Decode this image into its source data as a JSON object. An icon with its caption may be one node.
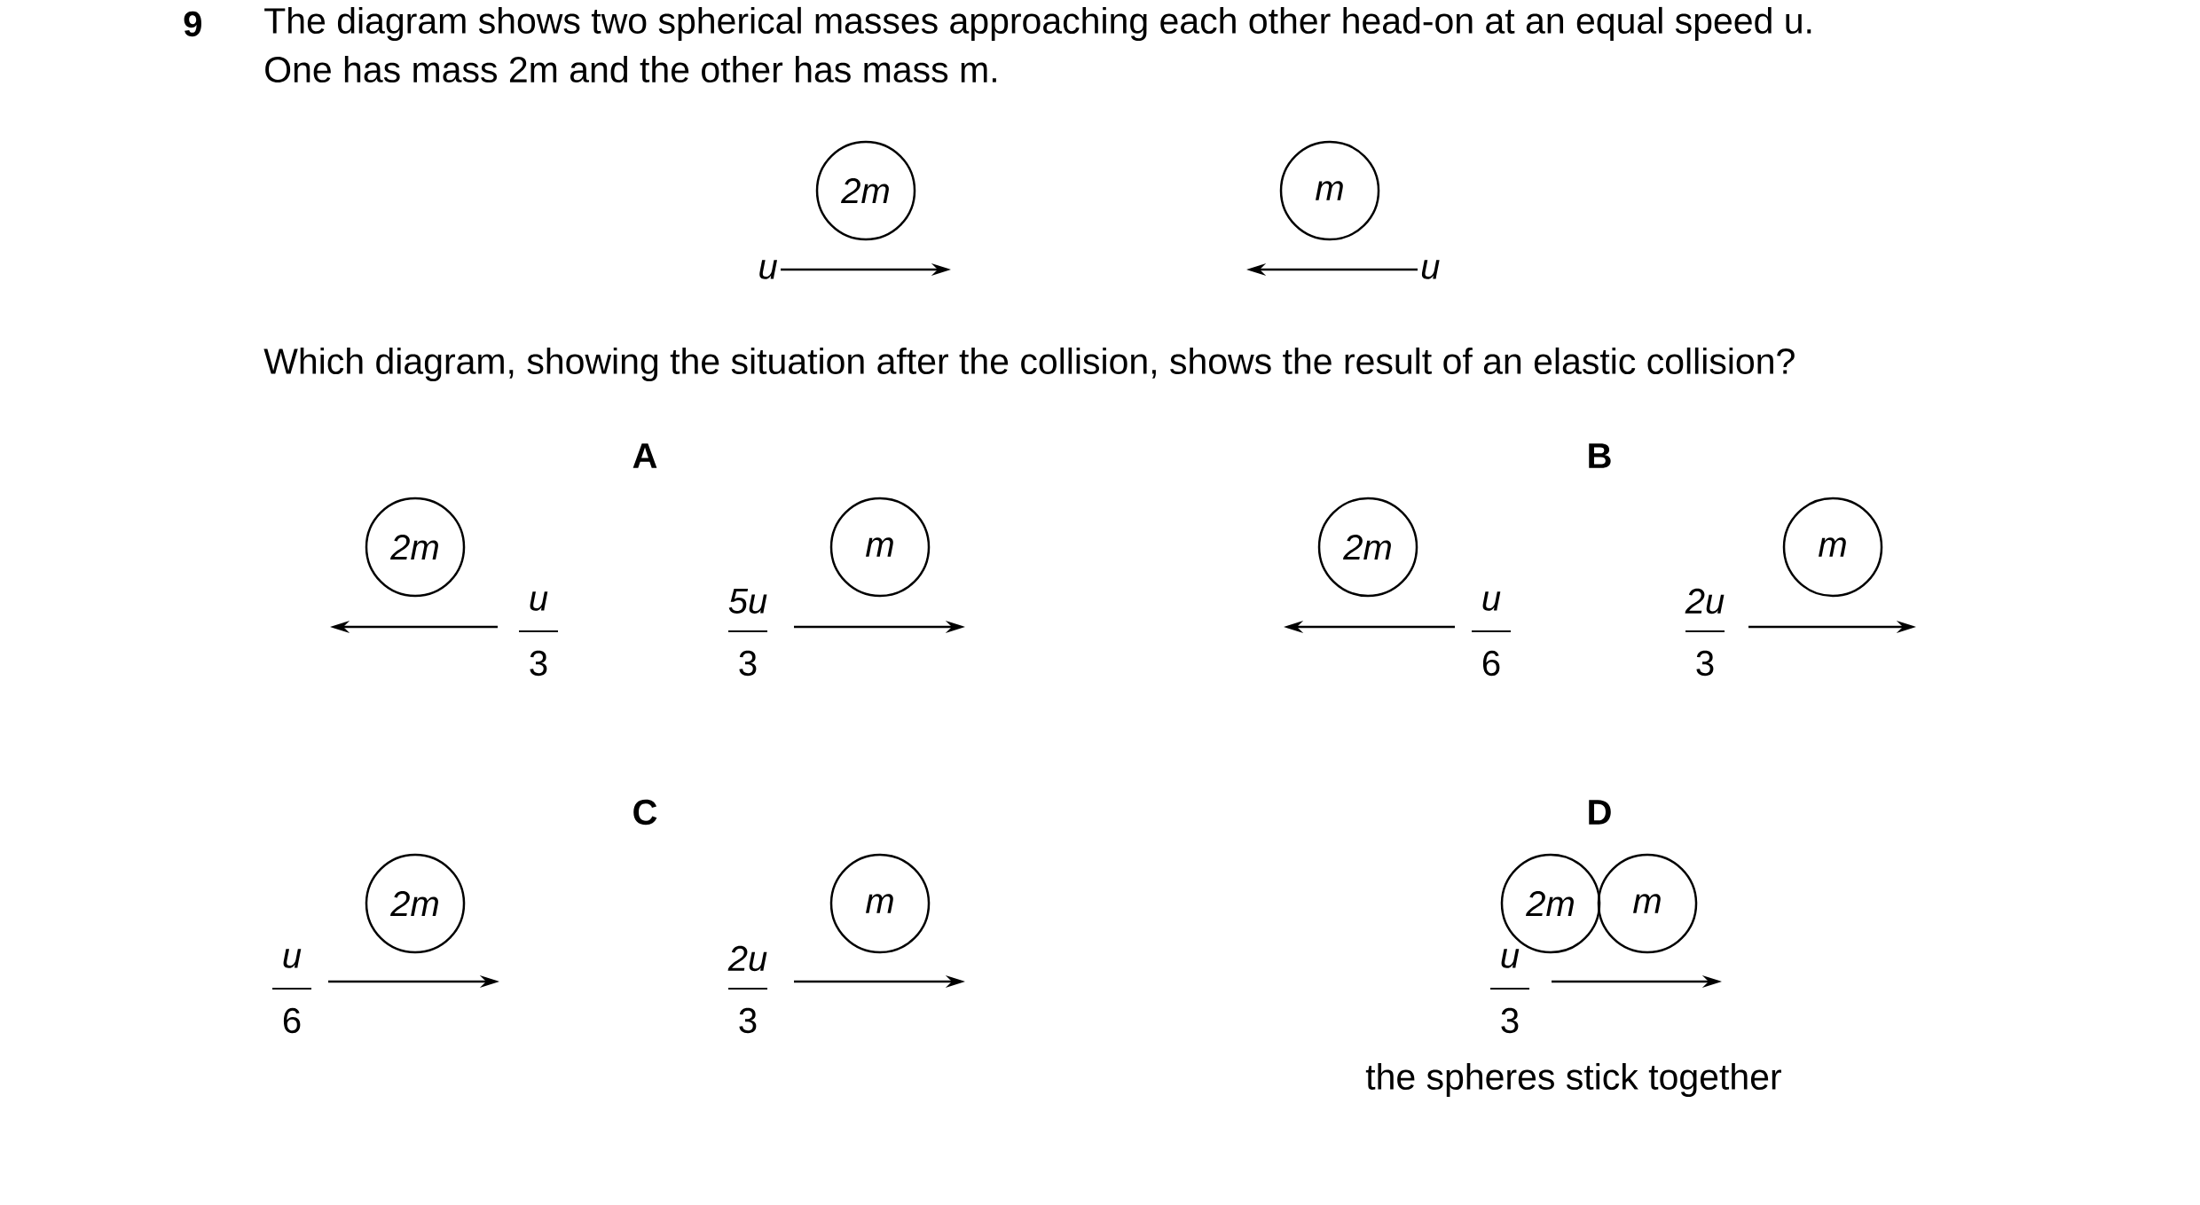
{
  "diagram": {
    "nodes": [
      {
        "text": [
          "2m"
        ]
      },
      {
        "text": [
          "m"
        ]
      },
      {
        "text": [
          "2m"
        ]
      },
      {
        "text": [
          "m"
        ]
      },
      {
        "text": [
          "2m"
        ]
      },
      {
        "text": [
          "m"
        ]
      },
      {
        "text": [
          "2m"
        ]
      },
      {
        "text": [
          "m"
        ]
      },
      {
        "text": [
          "2m"
        ]
      },
      {
        "text": [
          "m"
        ]
      }
    ],
    "labels": [
      "9",
      "The diagram shows two spherical masses approaching each other head-on at an equal speed u.",
      "One has mass 2m and the other has mass m.",
      "u",
      "u",
      "Which diagram, showing the situation after the collision, shows the result of an elastic collision?",
      "A",
      "B",
      "u",
      "3",
      "5u",
      "3",
      "u",
      "6",
      "2u",
      "3",
      "C",
      "D",
      "u",
      "6",
      "2u",
      "3",
      "u",
      "3",
      "the spheres stick together"
    ]
  }
}
